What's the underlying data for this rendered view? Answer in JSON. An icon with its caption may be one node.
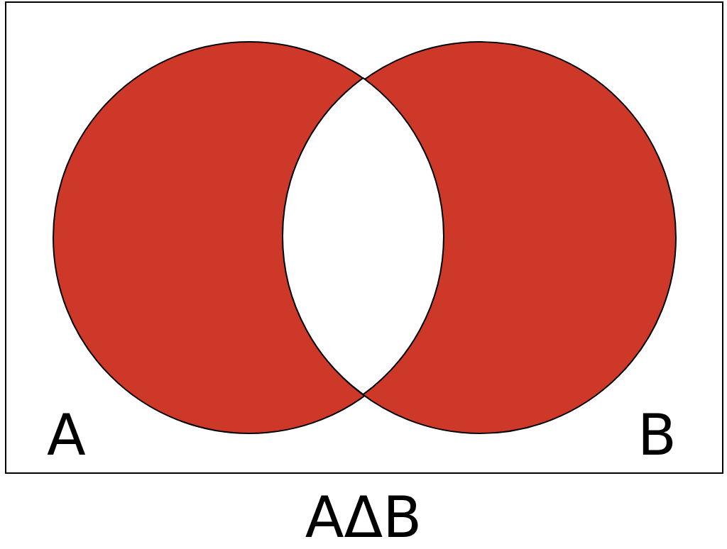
{
  "diagram": {
    "caption": "AΔB",
    "nodes": [
      {
        "text": [],
        "shape": "box"
      },
      {
        "text": [
          "A"
        ],
        "in": 0
      },
      {
        "text": [
          "B"
        ],
        "in": 0
      },
      {
        "text": [],
        "shape": "lens"
      }
    ],
    "edges": []
  }
}
